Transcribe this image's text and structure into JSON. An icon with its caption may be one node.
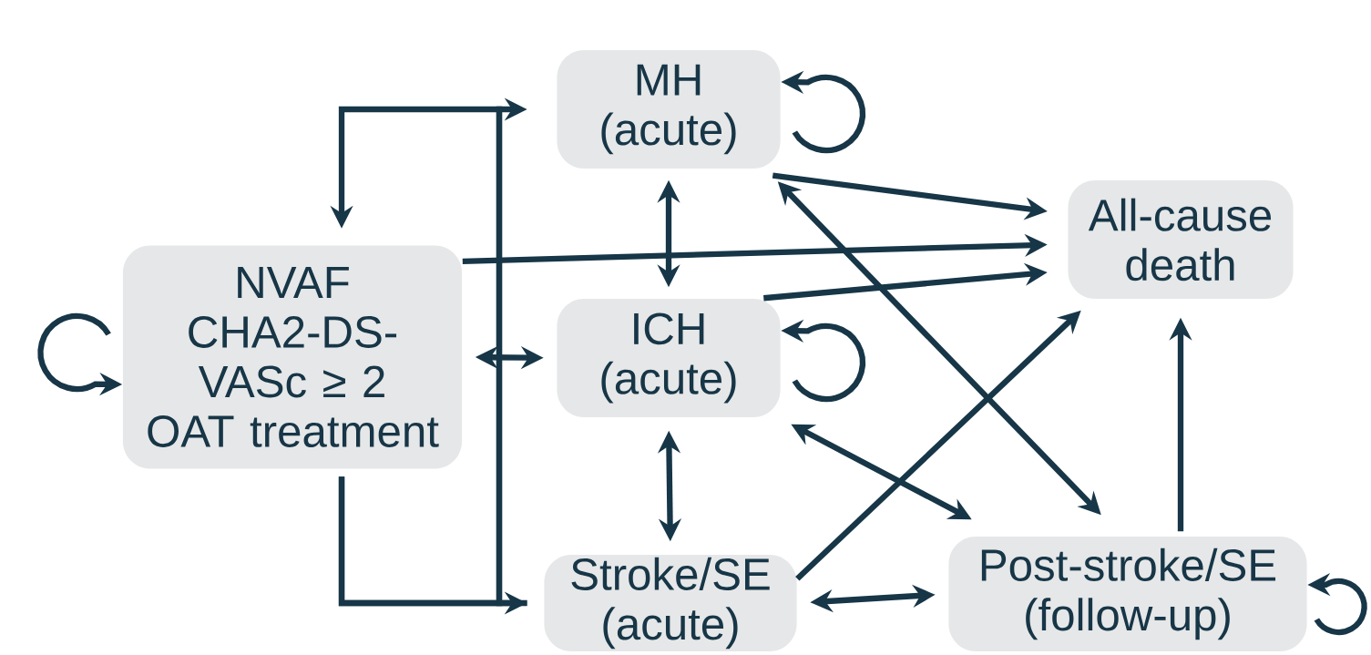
{
  "diagram": {
    "nodes": [
      {
        "text": [
          "NVAF",
          "CHA2-DS-VASc ≥ 2",
          "OAT treatment"
        ]
      },
      {
        "text": [
          "MH (acute)"
        ]
      },
      {
        "text": [
          "ICH (acute)"
        ]
      },
      {
        "text": [
          "Stroke/SE (acute)"
        ]
      },
      {
        "text": [
          "All-cause death"
        ]
      },
      {
        "text": [
          "Post-stroke/SE (follow-up)"
        ]
      }
    ],
    "edges": [
      {
        "from": 0,
        "to": 3,
        "arrow": "to"
      },
      {
        "from": 0,
        "to": 1,
        "arrow": "to"
      },
      {
        "from": 3,
        "to": 0,
        "arrow": "to"
      },
      {
        "from": 0,
        "to": 0,
        "arrow": "to"
      },
      {
        "from": 1,
        "to": 1,
        "arrow": "to"
      },
      {
        "from": 2,
        "to": 2,
        "arrow": "to"
      },
      {
        "from": 5,
        "to": 5,
        "arrow": "to"
      },
      {
        "from": 1,
        "to": 2,
        "arrow": "both"
      },
      {
        "from": 0,
        "to": 2,
        "arrow": "both"
      },
      {
        "from": 2,
        "to": 3,
        "arrow": "both"
      },
      {
        "from": 3,
        "to": 5,
        "arrow": "both"
      },
      {
        "from": 1,
        "to": 4,
        "arrow": "to"
      },
      {
        "from": 0,
        "to": 4,
        "arrow": "to"
      },
      {
        "from": 2,
        "to": 4,
        "arrow": "to"
      },
      {
        "from": 3,
        "to": 4,
        "arrow": "to"
      },
      {
        "from": 5,
        "to": 4,
        "arrow": "to"
      },
      {
        "from": 1,
        "to": 5,
        "arrow": "both"
      },
      {
        "from": 2,
        "to": 5,
        "arrow": "both"
      }
    ]
  }
}
